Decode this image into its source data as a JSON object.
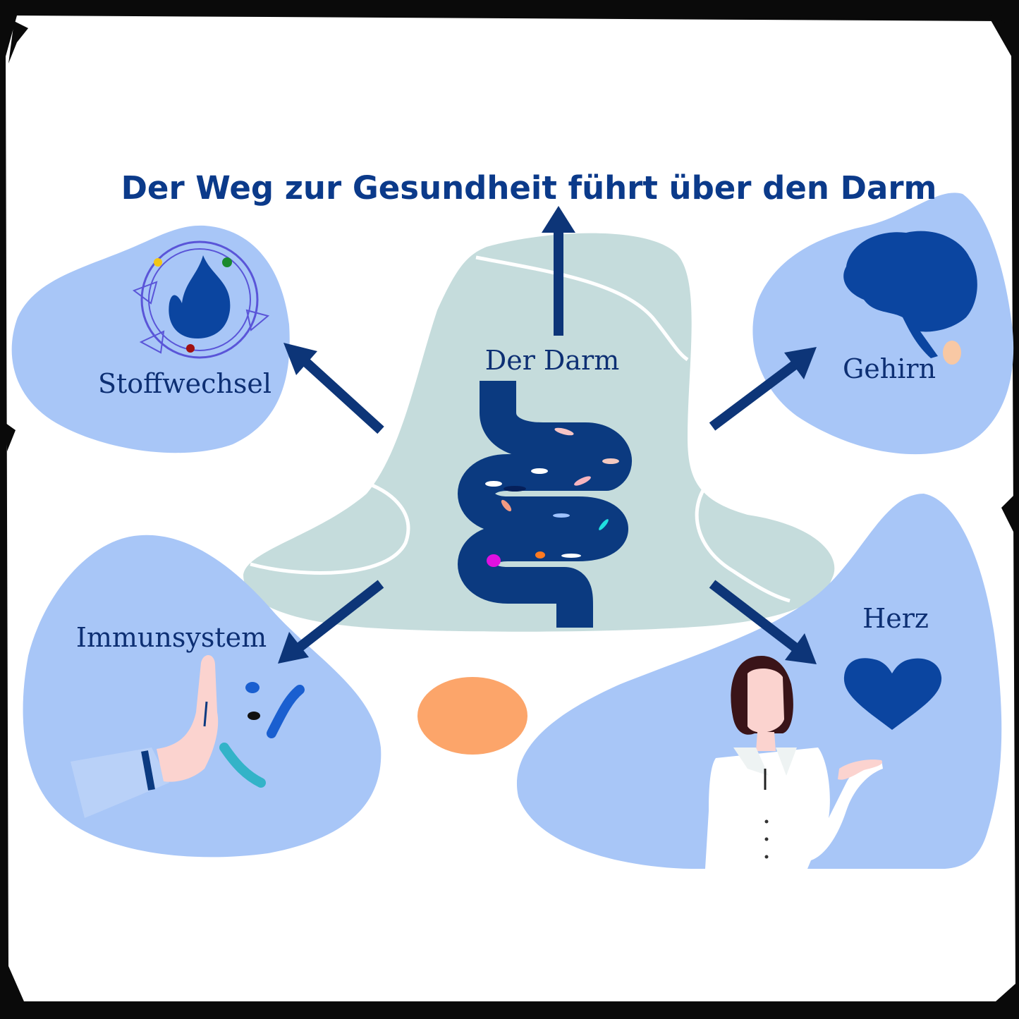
{
  "title": "Der Weg zur Gesundheit führt über den Darm",
  "center": {
    "label": "Der Darm",
    "icon": "intestine-icon"
  },
  "nodes": [
    {
      "id": "metabolism",
      "label": "Stoffwechsel",
      "icon": "flame-orbit-icon"
    },
    {
      "id": "brain",
      "label": "Gehirn",
      "icon": "brain-icon"
    },
    {
      "id": "immune",
      "label": "Immunsystem",
      "icon": "stop-hand-bacteria-icon"
    },
    {
      "id": "heart",
      "label": "Herz",
      "icon": "heart-icon"
    }
  ],
  "colors": {
    "title": "#0b3a8a",
    "arrow": "#0d3578",
    "blob_blue": "#a8c6f7",
    "blob_center": "#c5dcdc",
    "intestine": "#0b3a80",
    "accent_orange": "#fca56a",
    "heart": "#0b45a0",
    "border": "#0a0a0a"
  }
}
